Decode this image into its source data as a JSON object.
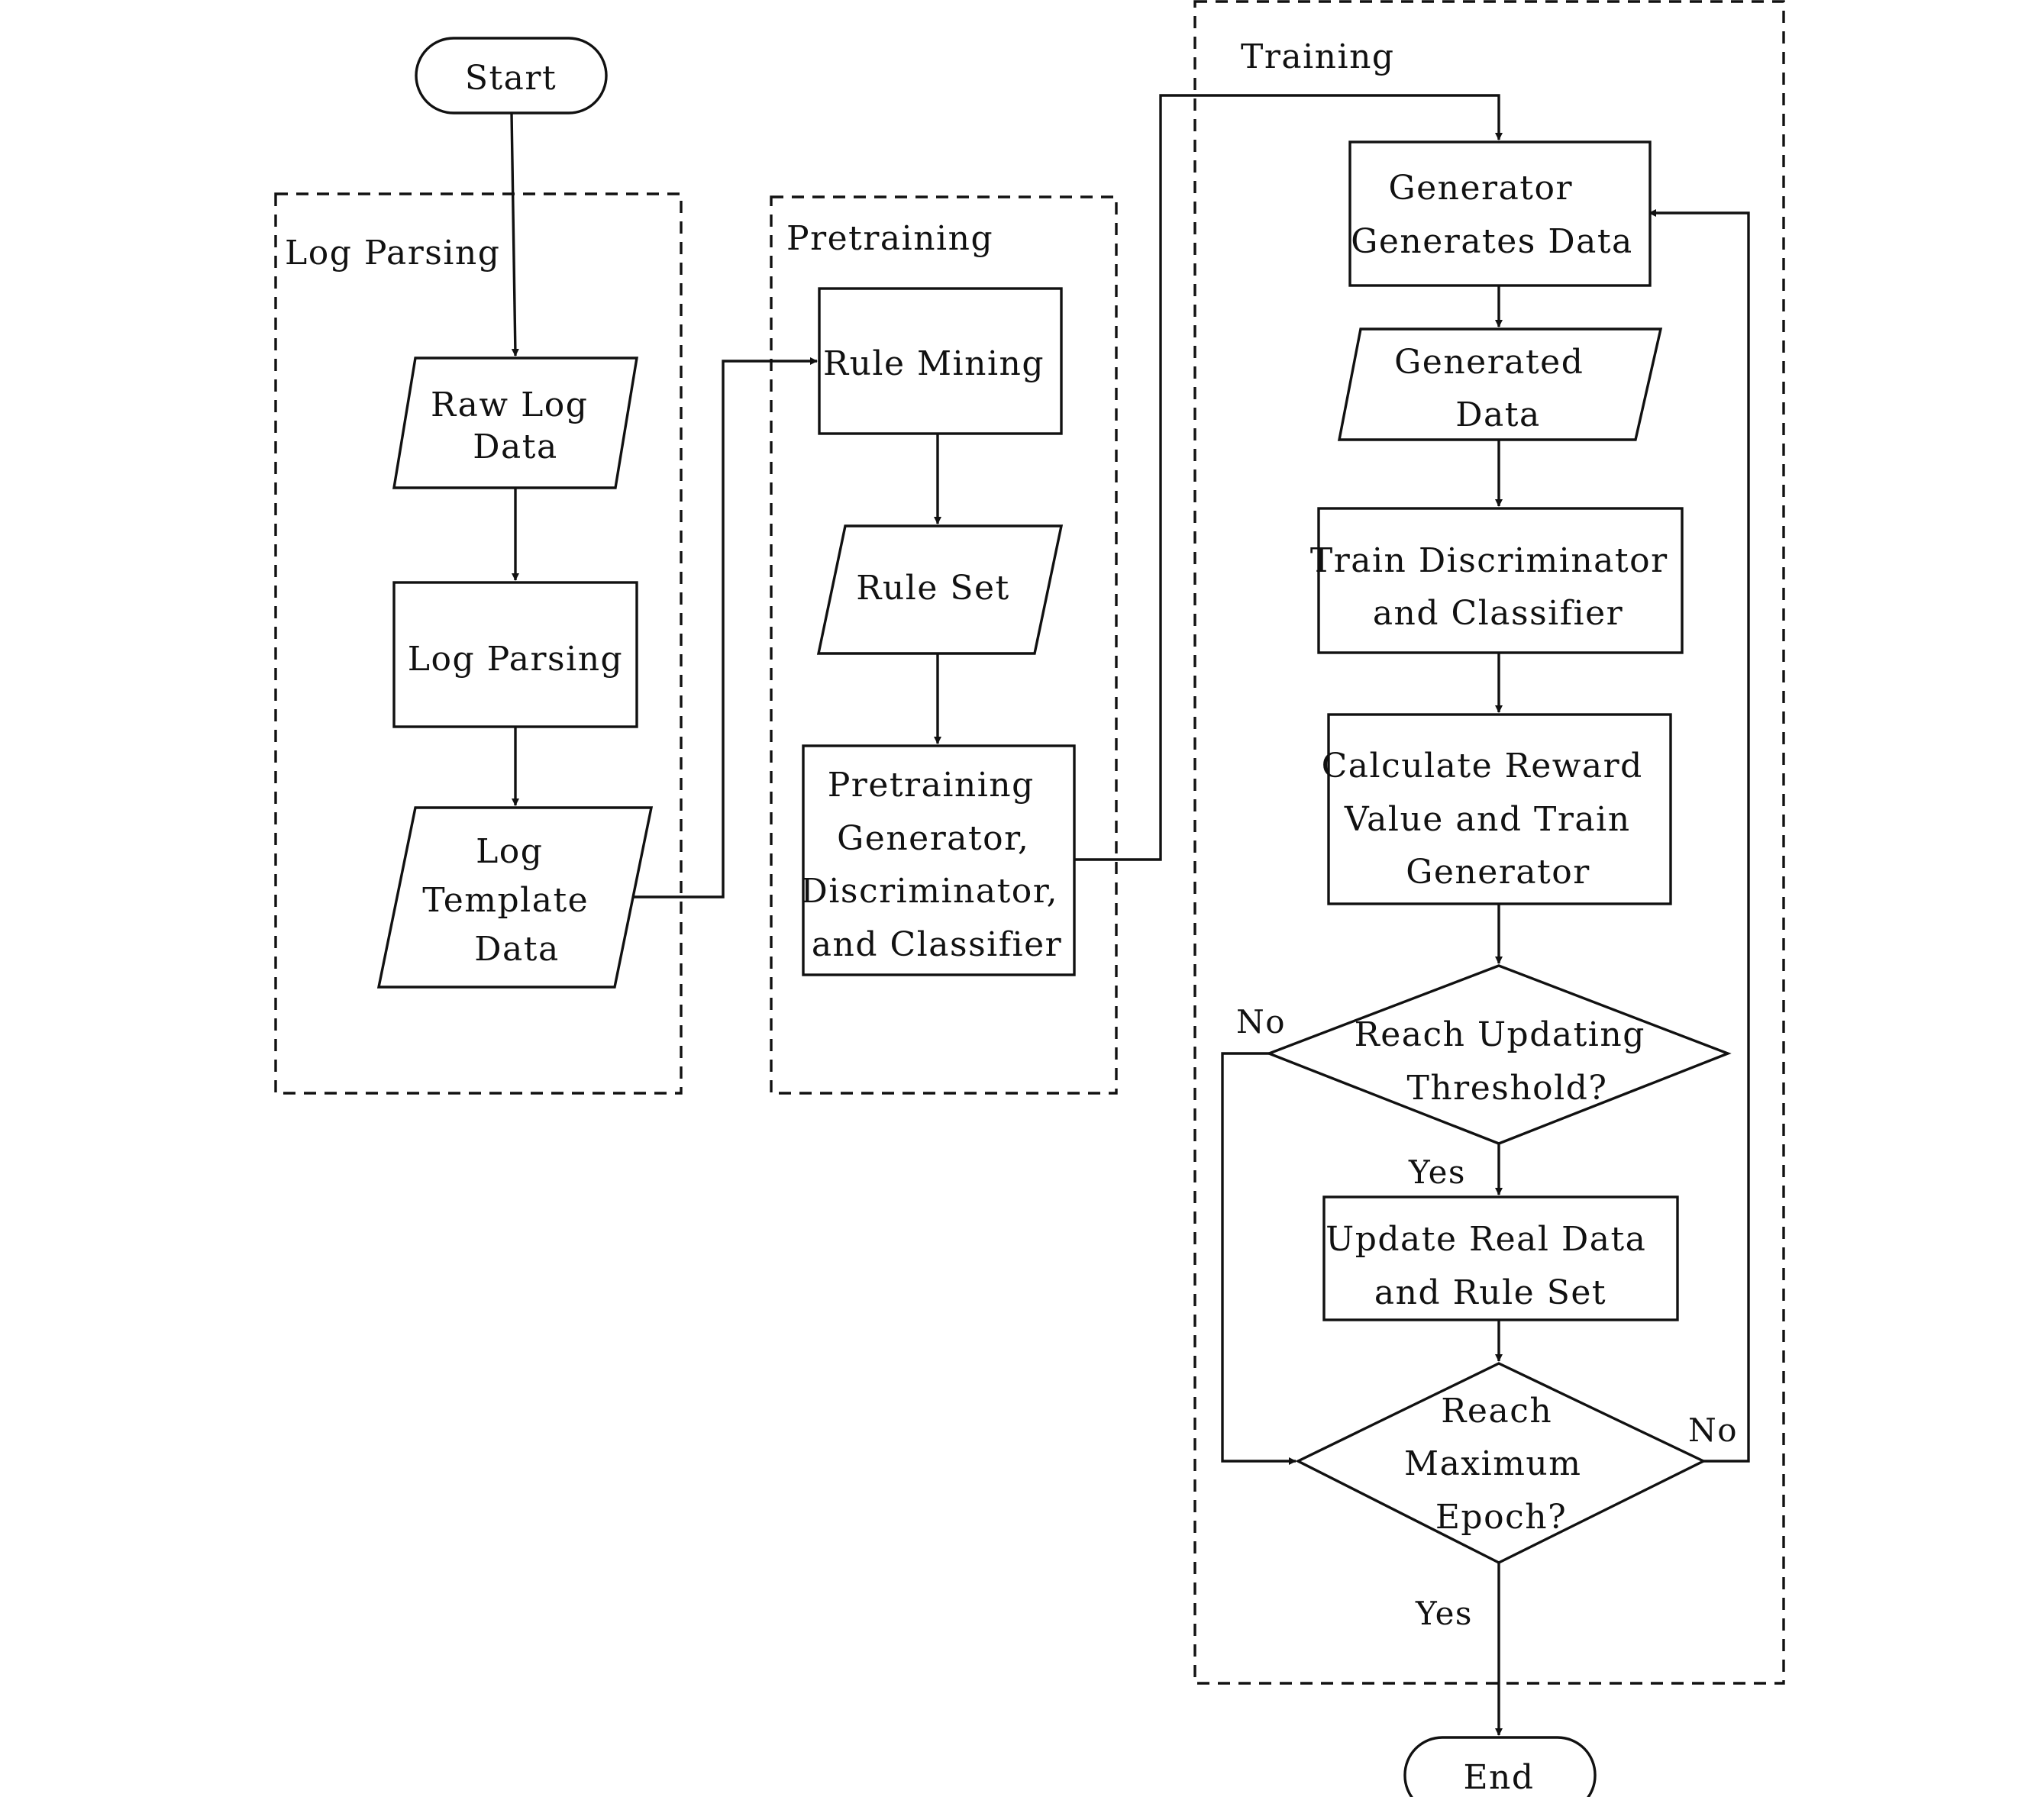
{
  "groups": {
    "log_parsing": "Log Parsing",
    "pretraining": "Pretraining",
    "training": "Training"
  },
  "nodes": {
    "start": "Start",
    "raw_log_data": [
      "Raw Log",
      "Data"
    ],
    "log_parsing": "Log Parsing",
    "log_template_data": [
      "Log",
      "Template",
      "Data"
    ],
    "rule_mining": "Rule Mining",
    "rule_set": "Rule Set",
    "pretrain_gdc": [
      "Pretraining",
      "Generator,",
      "Discriminator,",
      "and Classifier"
    ],
    "generator_generates": [
      "Generator",
      "Generates Data"
    ],
    "generated_data": [
      "Generated",
      "Data"
    ],
    "train_disc": [
      "Train Discriminator",
      "and Classifier"
    ],
    "calc_reward": [
      "Calculate Reward",
      "Value and Train",
      "Generator"
    ],
    "reach_updating": [
      "Reach Updating",
      "Threshold?"
    ],
    "update_real": [
      "Update Real Data",
      "and Rule Set"
    ],
    "reach_max": [
      "Reach",
      "Maximum",
      "Epoch?"
    ],
    "end": "End"
  },
  "edge_labels": {
    "updating_no": "No",
    "updating_yes": "Yes",
    "max_no": "No",
    "max_yes": "Yes"
  },
  "colors": {
    "stroke": "#111111",
    "background": "#ffffff"
  }
}
